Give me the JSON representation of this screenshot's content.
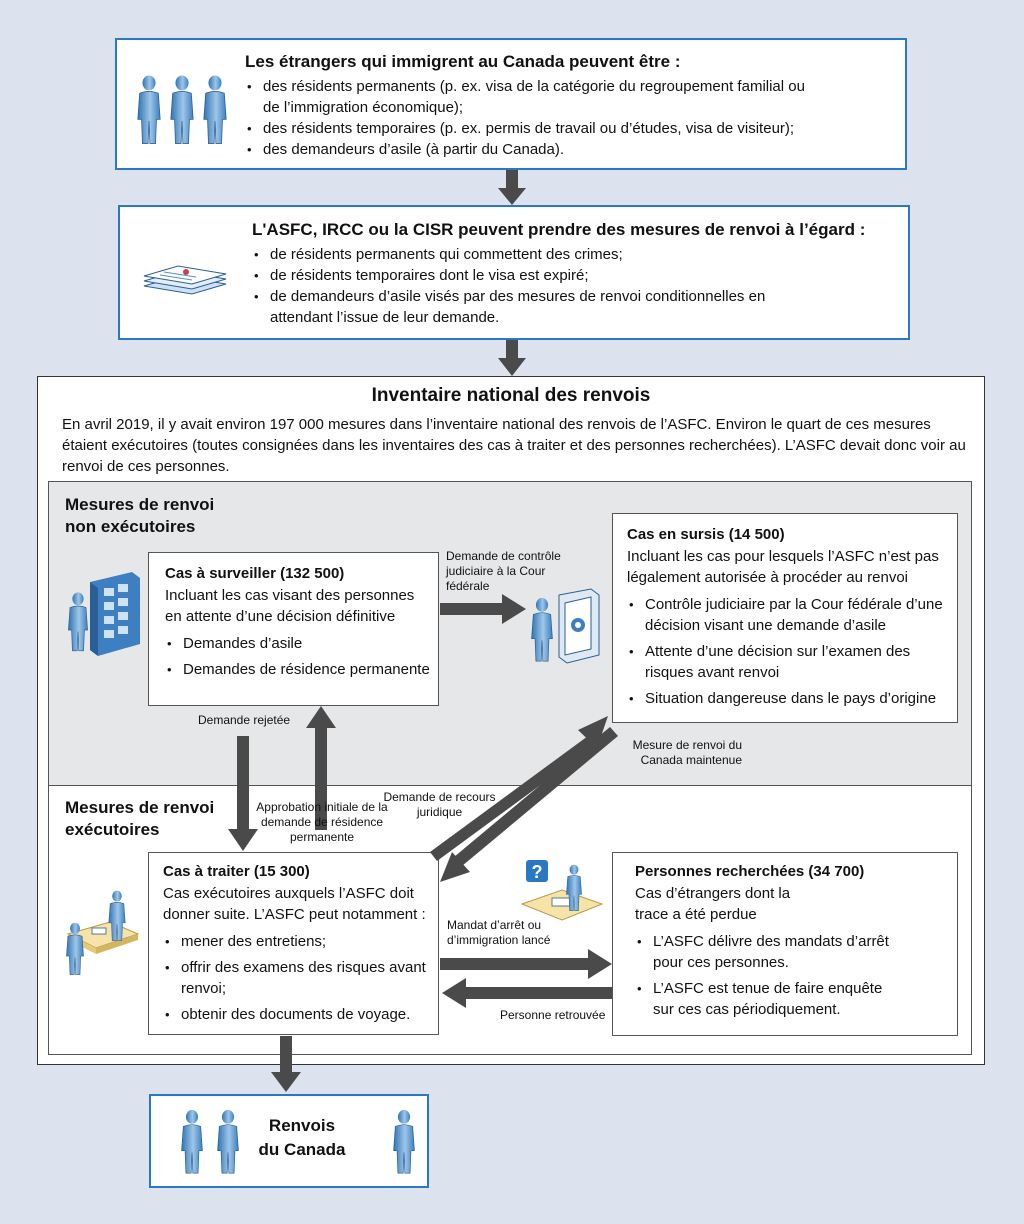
{
  "box1": {
    "title": "Les étrangers qui immigrent au Canada peuvent être :",
    "items": [
      "des résidents permanents (p. ex. visa de la catégorie du regroupement familial ou de l’immigration économique);",
      "des résidents temporaires (p. ex. permis de travail ou d’études, visa de visiteur);",
      "des demandeurs d’asile (à partir du Canada)."
    ]
  },
  "box2": {
    "title": "L'ASFC, IRCC ou la CISR peuvent prendre des mesures de renvoi à l’égard :",
    "items": [
      "de résidents permanents qui commettent des crimes;",
      "de résidents temporaires dont le visa est expiré;",
      "de demandeurs d’asile visés par des mesures de renvoi conditionnelles en attendant l’issue de leur demande."
    ]
  },
  "inventory": {
    "title": "Inventaire national des renvois",
    "text": "En avril 2019, il y avait environ 197 000 mesures dans l’inventaire national des renvois de l’ASFC. Environ le quart de ces mesures étaient exécutoires (toutes consignées dans les inventaires des cas à traiter et des personnes recherchées). L’ASFC devait donc voir au renvoi de ces personnes."
  },
  "nonexec": {
    "title_line1": "Mesures de renvoi",
    "title_line2": "non exécutoires"
  },
  "exec": {
    "title_line1": "Mesures de renvoi",
    "title_line2": "exécutoires"
  },
  "surveiller": {
    "title": "Cas à surveiller (132 500)",
    "desc": "Incluant les cas visant des personnes en attente d’une décision définitive",
    "items": [
      "Demandes d’asile",
      "Demandes de résidence permanente"
    ]
  },
  "sursis": {
    "title": "Cas en sursis (14 500)",
    "desc": "Incluant les cas pour lesquels l’ASFC n’est pas légalement autorisée à procéder au renvoi",
    "items": [
      "Contrôle judiciaire par la Cour fédérale d’une décision visant une demande d’asile",
      "Attente d’une décision sur l’examen des risques avant renvoi",
      "Situation dangereuse dans le pays d’origine"
    ]
  },
  "traiter": {
    "title": "Cas à traiter (15 300)",
    "desc": "Cas exécutoires auxquels l’ASFC doit donner suite. L’ASFC peut notamment :",
    "items": [
      "mener des entretiens;",
      "offrir des examens des risques avant renvoi;",
      "obtenir des documents de voyage."
    ]
  },
  "recherchees": {
    "title": "Personnes recherchées (34 700)",
    "desc": "Cas d’étrangers dont la trace a été perdue",
    "items": [
      "L’ASFC délivre des mandats d’arrêt pour ces personnes.",
      "L’ASFC est tenue de faire enquête sur ces cas périodiquement."
    ]
  },
  "labels": {
    "controle_judiciaire": "Demande de contrôle judiciaire à la Cour fédérale",
    "demande_rejetee": "Demande rejetée",
    "approbation": "Approbation initiale de la demande de résidence permanente",
    "recours": "Demande de recours juridique",
    "mesure_maintenue": "Mesure de renvoi du Canada maintenue",
    "mandat": "Mandat d’arrêt ou d’immigration lancé",
    "personne_retrouvee": "Personne retrouvée"
  },
  "renvois": {
    "line1": "Renvois",
    "line2": "du Canada"
  },
  "colors": {
    "accent_blue": "#2a78c2",
    "arrow": "#4a4a4a",
    "gray_panel": "#e6e7e9",
    "background": "#dce3ef"
  }
}
